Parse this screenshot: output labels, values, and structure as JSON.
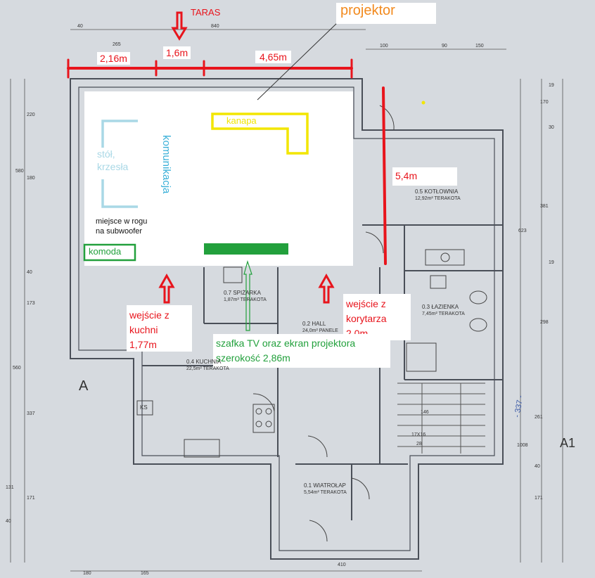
{
  "labels": {
    "taras": "TARAS",
    "projektor": "projektor",
    "dim_a": "2,16m",
    "dim_b": "1,6m",
    "dim_c": "4,65m",
    "dim_side": "5,4m",
    "kanapa": "kanapa",
    "stol": "stół,\nkrzesła",
    "komunikacja": "komunikacja",
    "miejsce": "miejsce w rogu\nna subwoofer",
    "komoda": "komoda",
    "wejscie_kuchni": "wejście z\nkuchni\n1,77m",
    "wejscie_korytarza": "wejście z\nkorytarza\n2,0m",
    "szafka": "szafka TV oraz ekran projektora\nszerokość 2,86m"
  },
  "rooms": {
    "kotlownia": {
      "name": "0.5 KOTŁOWNIA",
      "area": "12,92m² TERAKOTA"
    },
    "lazienka": {
      "name": "0.3 ŁAZIENKA",
      "area": "7,45m² TERAKOTA"
    },
    "spizarka": {
      "name": "0.7 SPIŻARKA",
      "area": "1,87m² TERAKOTA"
    },
    "hall": {
      "name": "0.2 HALL",
      "area": "24,0m² PANELE"
    },
    "kuchnia": {
      "name": "0.4 KUCHNIA",
      "area": "22,5m² TERAKOTA"
    },
    "wiatrolap": {
      "name": "0.1 WIATROŁAP",
      "area": "5,54m² TERAKOTA"
    }
  },
  "plan_text": {
    "section_a": "A",
    "section_a1": "A1",
    "ks": "KS",
    "stairs": "17X16",
    "stairs2": "28",
    "stairs_len": "146",
    "ref": "- 337 -"
  },
  "dims_top": [
    "40",
    "840",
    "265",
    "100",
    "90",
    "150"
  ],
  "dims_left": [
    "580",
    "220",
    "180",
    "40",
    "173",
    "560",
    "337",
    "131",
    "171",
    "40"
  ],
  "dims_right": [
    "170",
    "381",
    "623",
    "298",
    "261",
    "1008",
    "40",
    "171",
    "19",
    "30",
    "19"
  ],
  "dims_bottom": [
    "180",
    "165",
    "410"
  ],
  "colors": {
    "red": "#e8141c",
    "yellow": "#f2e600",
    "green": "#22a03c",
    "light_blue": "#a9d8e6",
    "blue_text": "#3ab0d8",
    "orange": "#f28a1e",
    "wall": "#4a4f58",
    "paper": "#d9dde2"
  }
}
